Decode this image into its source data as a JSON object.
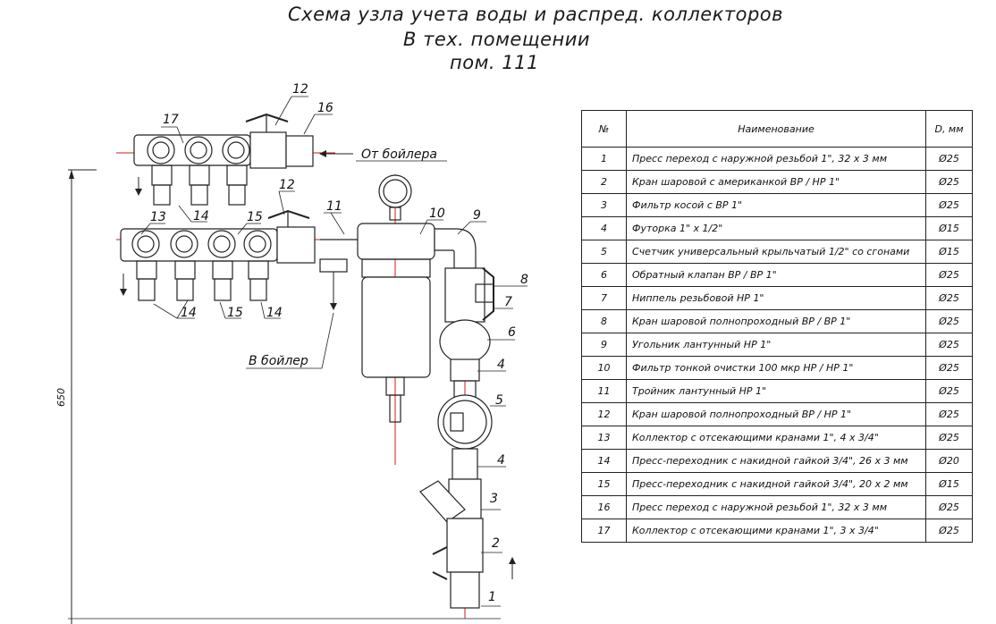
{
  "title": {
    "line1": "Схема узла учета воды и распред. коллекторов",
    "line2": "В тех. помещении",
    "line3": "пом. 111"
  },
  "labels": {
    "from_boiler": "От бойлера",
    "to_boiler": "В бойлер",
    "dimension": "650",
    "callouts": [
      "12",
      "16",
      "17",
      "12",
      "11",
      "10",
      "9",
      "13",
      "14",
      "15",
      "8",
      "7",
      "14",
      "15",
      "14",
      "6",
      "4",
      "5",
      "4",
      "3",
      "2",
      "1"
    ]
  },
  "spec_table": {
    "headers": [
      "№",
      "Наименование",
      "D, мм"
    ],
    "rows": [
      {
        "no": "1",
        "name": "Пресс переход с наружной резьбой 1\", 32 x 3 мм",
        "d": "Ø25"
      },
      {
        "no": "2",
        "name": "Кран шаровой с американкой ВР / НР 1\"",
        "d": "Ø25"
      },
      {
        "no": "3",
        "name": "Фильтр косой с ВР 1\"",
        "d": "Ø25"
      },
      {
        "no": "4",
        "name": "Футорка 1\" x 1/2\"",
        "d": "Ø15"
      },
      {
        "no": "5",
        "name": "Счетчик универсальный крыльчатый 1/2\" со сгонами",
        "d": "Ø15"
      },
      {
        "no": "6",
        "name": "Обратный клапан ВР / ВР 1\"",
        "d": "Ø25"
      },
      {
        "no": "7",
        "name": "Ниппель резьбовой НР 1\"",
        "d": "Ø25"
      },
      {
        "no": "8",
        "name": "Кран шаровой полнопроходный ВР / ВР 1\"",
        "d": "Ø25"
      },
      {
        "no": "9",
        "name": "Угольник лантунный НР 1\"",
        "d": "Ø25"
      },
      {
        "no": "10",
        "name": "Фильтр тонкой очистки 100 мкр НР / НР 1\"",
        "d": "Ø25"
      },
      {
        "no": "11",
        "name": "Тройник лантунный НР 1\"",
        "d": "Ø25"
      },
      {
        "no": "12",
        "name": "Кран шаровой полнопроходный ВР / НР 1\"",
        "d": "Ø25"
      },
      {
        "no": "13",
        "name": "Коллектор с отсекающими кранами 1\", 4 x 3/4\"",
        "d": "Ø25"
      },
      {
        "no": "14",
        "name": "Пресс-переходник с накидной гайкой 3/4\", 26 x 3 мм",
        "d": "Ø20"
      },
      {
        "no": "15",
        "name": "Пресс-переходник с накидной гайкой 3/4\", 20 x 2 мм",
        "d": "Ø15"
      },
      {
        "no": "16",
        "name": "Пресс переход с наружной резьбой 1\", 32 x 3 мм",
        "d": "Ø25"
      },
      {
        "no": "17",
        "name": "Коллектор с отсекающими кранами 1\", 3 x 3/4\"",
        "d": "Ø25"
      }
    ]
  },
  "colors": {
    "line": "#222222",
    "axis": "#d01818",
    "background": "#ffffff"
  }
}
